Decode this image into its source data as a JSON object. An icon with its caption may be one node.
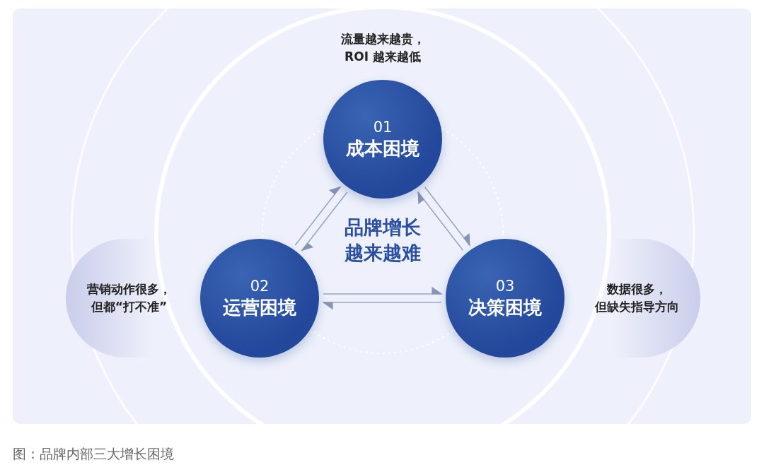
{
  "diagram": {
    "caption": "图：品牌内部三大增长困境",
    "nodes": [
      {
        "text": [
          "01",
          "成本困境"
        ],
        "beside": [
          "流量越来越贵，ROI 越来越低"
        ]
      },
      {
        "text": [
          "营销动作很多，但都“打不准”"
        ]
      },
      {
        "text": [
          "02",
          "运营困境"
        ]
      },
      {
        "text": [
          "03",
          "决策困境"
        ]
      },
      {
        "text": [
          "数据很多，但缺失指导方向"
        ]
      }
    ],
    "edges": [
      {
        "from": 2,
        "to": 0,
        "arrow": "to"
      },
      {
        "from": 0,
        "to": 2,
        "arrow": "to"
      },
      {
        "from": 0,
        "to": 3,
        "arrow": "to"
      },
      {
        "from": 3,
        "to": 0,
        "arrow": "to"
      },
      {
        "from": 2,
        "to": 3,
        "arrow": "to"
      },
      {
        "from": 3,
        "to": 2,
        "arrow": "to"
      }
    ],
    "labels": [
      "品牌增长越来越难"
    ]
  }
}
